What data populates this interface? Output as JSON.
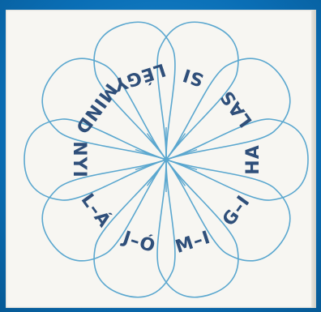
{
  "flower": {
    "petals": [
      {
        "label": "LÉGY"
      },
      {
        "label": "SI"
      },
      {
        "label": "LAS"
      },
      {
        "label": "HA"
      },
      {
        "label": "G–I"
      },
      {
        "label": "M–I"
      },
      {
        "label": "J–Ó"
      },
      {
        "label": "L–Á"
      },
      {
        "label": "NYI"
      },
      {
        "label": "MIND"
      }
    ]
  },
  "colors": {
    "background": "#0a72b8",
    "paper": "#f7f6f2",
    "outline": "#5aa7cf",
    "text": "#2f4f7a"
  }
}
